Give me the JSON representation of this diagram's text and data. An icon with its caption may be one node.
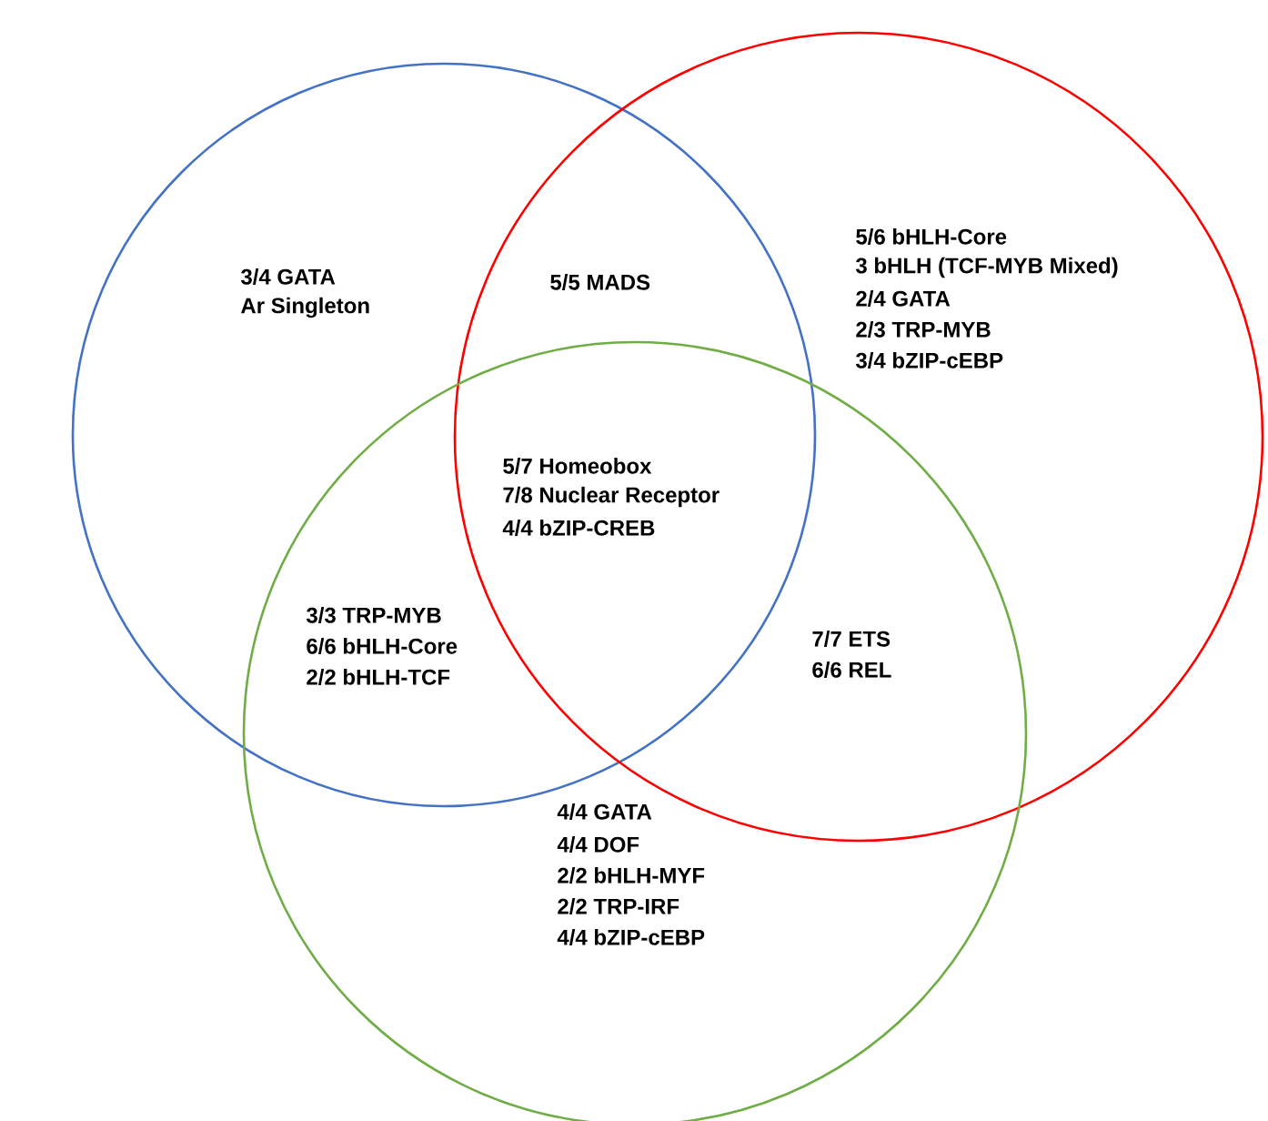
{
  "diagram": {
    "nodes": [
      {
        "text": [],
        "shape": "circle"
      },
      {
        "text": [],
        "shape": "circle"
      },
      {
        "text": [],
        "shape": "circle"
      }
    ],
    "labels": [
      "3/4 GATA",
      "Ar Singleton",
      "5/5 MADS",
      "5/6 bHLH-Core",
      "3 bHLH (TCF-MYB Mixed)",
      "2/4 GATA",
      "2/3 TRP-MYB",
      "3/4 bZIP-cEBP",
      "5/7 Homeobox",
      "7/8 Nuclear Receptor",
      "4/4 bZIP-CREB",
      "3/3 TRP-MYB",
      "6/6 bHLH-Core",
      "2/2 bHLH-TCF",
      "7/7 ETS",
      "6/6 REL",
      "4/4 GATA",
      "4/4 DOF",
      "2/2 bHLH-MYF",
      "2/2 TRP-IRF",
      "4/4 bZIP-cEBP"
    ]
  }
}
